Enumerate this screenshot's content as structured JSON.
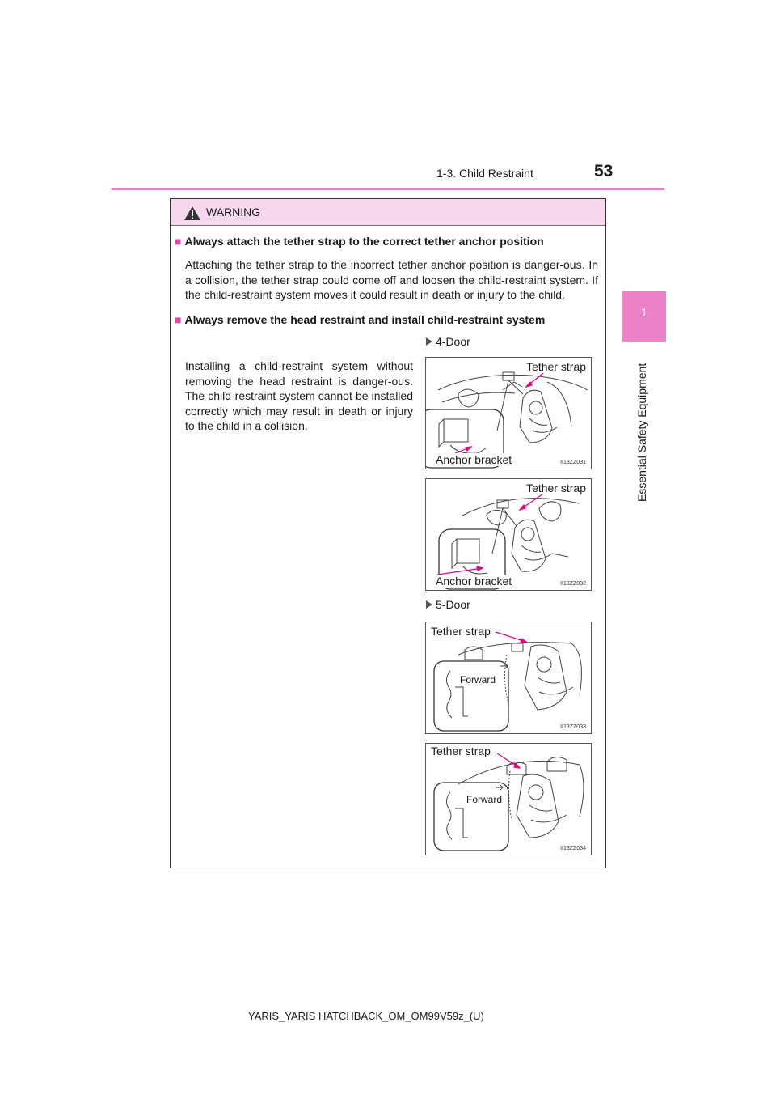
{
  "header": {
    "section": "1-3. Child Restraint",
    "page_number": "53"
  },
  "side_tab": {
    "chapter_number": "1",
    "chapter_title": "Essential Safety Equipment"
  },
  "warning": {
    "title": "WARNING",
    "items": [
      {
        "heading": "Always attach the tether strap to the correct tether anchor position",
        "text": "Attaching the tether strap to the incorrect tether anchor position is danger-ous. In a collision, the tether strap could come off and loosen the child-restraint system. If the child-restraint system moves it could result in death or injury to the child."
      },
      {
        "heading": "Always remove the head restraint and install child-restraint system",
        "text": "Installing a child-restraint system without removing the head restraint is danger-ous. The child-restraint system cannot be installed correctly which may result in death or injury to the child in a collision."
      }
    ]
  },
  "variants": [
    {
      "label": "4-Door",
      "figures": [
        {
          "tether": "Tether strap",
          "anchor": "Anchor bracket",
          "code": "II13ZZ031"
        },
        {
          "tether": "Tether strap",
          "anchor": "Anchor bracket",
          "code": "II13ZZ032"
        }
      ]
    },
    {
      "label": "5-Door",
      "figures": [
        {
          "tether": "Tether strap",
          "forward": "Forward",
          "code": "II13ZZ033"
        },
        {
          "tether": "Tether strap",
          "forward": "Forward",
          "code": "II13ZZ034"
        }
      ]
    }
  ],
  "footer": {
    "text": "YARIS_YARIS HATCHBACK_OM_OM99V59z_(U)"
  },
  "colors": {
    "accent": "#ee82c8",
    "warning_bg": "#f6d7ee",
    "callout": "#e6007e"
  }
}
